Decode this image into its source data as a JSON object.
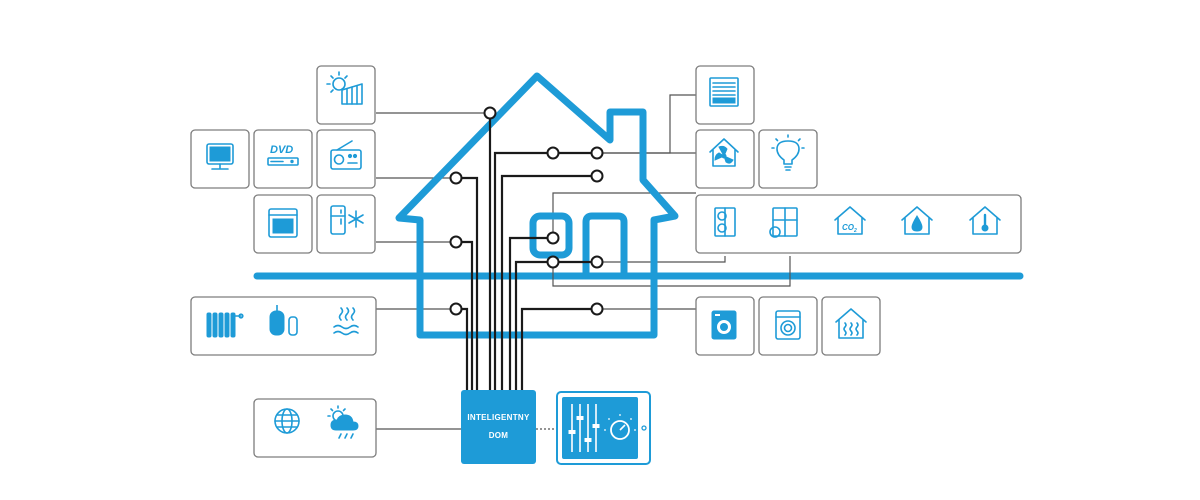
{
  "hub": {
    "line1": "INTELIGENTNY",
    "line2": "DOM"
  },
  "labels": {
    "dvd": "DVD",
    "co2": "CO",
    "co2_sub": "2"
  },
  "colors": {
    "accent": "#1e9bd7",
    "wire": "#555555",
    "bus": "#1a1a1a",
    "box_border": "#7d7d7d"
  },
  "icons": [
    "solar-panel-icon",
    "tv-icon",
    "dvd-player-icon",
    "radio-icon",
    "oven-icon",
    "fridge-freezer-icon",
    "radiator-icon",
    "water-heater-icon",
    "floor-heating-icon",
    "internet-globe-icon",
    "weather-icon",
    "window-blind-icon",
    "ventilation-icon",
    "light-bulb-icon",
    "window-sensor-icon",
    "window-icon",
    "co2-sensor-icon",
    "humidity-icon",
    "thermometer-icon",
    "washing-machine-icon",
    "dryer-icon",
    "heating-house-icon",
    "tablet-controller-icon"
  ]
}
